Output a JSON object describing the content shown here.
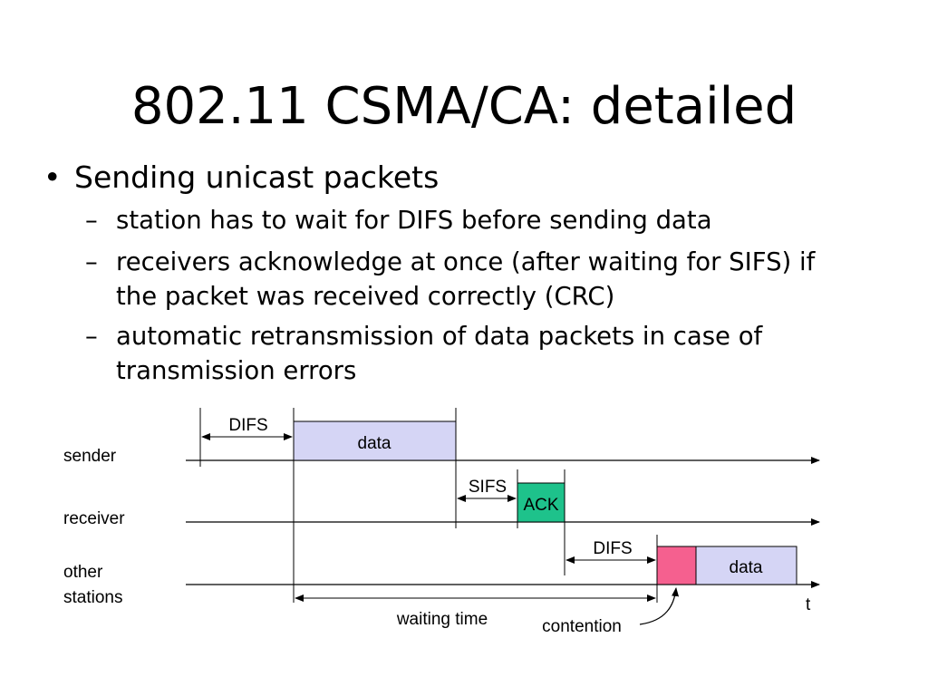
{
  "title": "802.11 CSMA/CA: detailed",
  "bullet": {
    "marker": "•",
    "text": "Sending unicast packets",
    "sub_marker": "–",
    "subitems": [
      "station has to wait for DIFS before sending data",
      "receivers acknowledge at once (after waiting for SIFS) if the packet was received correctly (CRC)",
      "automatic retransmission of data packets in case of transmission errors"
    ]
  },
  "diagram": {
    "rows": {
      "sender": "sender",
      "receiver": "receiver",
      "other_line1": "other",
      "other_line2": "stations"
    },
    "labels": {
      "difs_sender": "DIFS",
      "data_sender": "data",
      "sifs": "SIFS",
      "ack": "ACK",
      "difs_other": "DIFS",
      "data_other": "data",
      "t_axis": "t",
      "waiting_time": "waiting time",
      "contention": "contention"
    },
    "colors": {
      "data": "#d5d5f5",
      "ack": "#1ec28b",
      "contention": "#f5608f",
      "line": "#000000"
    }
  }
}
